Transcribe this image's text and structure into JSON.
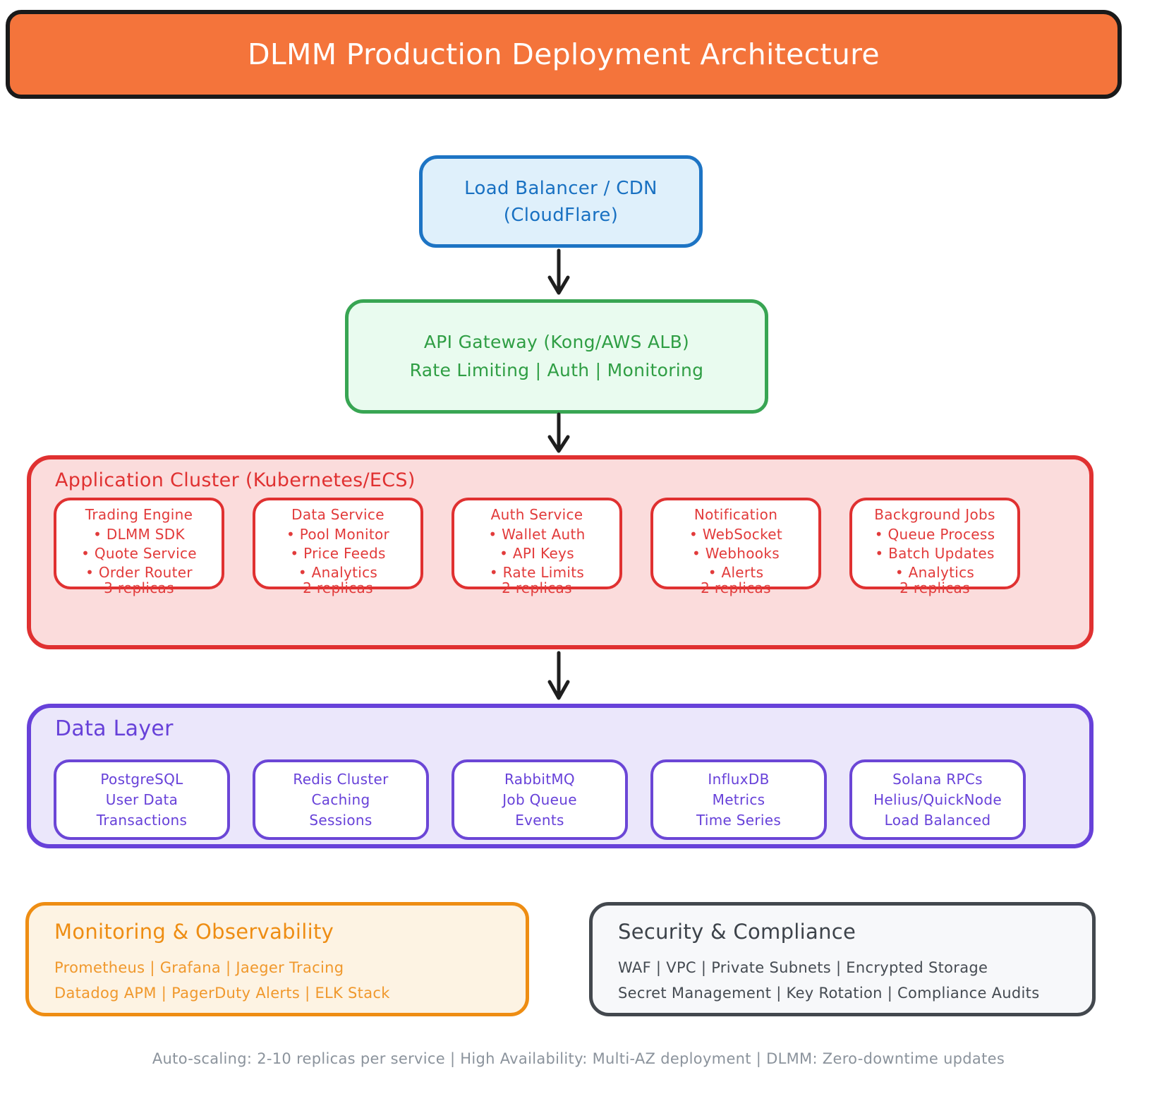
{
  "title_banner": {
    "text": "DLMM Production Deployment Architecture"
  },
  "flow": {
    "load_balancer": {
      "line1": "Load Balancer / CDN",
      "line2": "(CloudFlare)"
    },
    "api_gateway": {
      "line1": "API Gateway (Kong/AWS ALB)",
      "line2": "Rate Limiting | Auth | Monitoring"
    }
  },
  "app_cluster": {
    "title": "Application Cluster (Kubernetes/ECS)",
    "services": [
      {
        "name": "Trading Engine",
        "items": [
          "• DLMM SDK",
          "• Quote Service",
          "• Order Router"
        ],
        "replicas": "3 replicas"
      },
      {
        "name": "Data Service",
        "items": [
          "• Pool Monitor",
          "• Price Feeds",
          "• Analytics"
        ],
        "replicas": "2 replicas"
      },
      {
        "name": "Auth Service",
        "items": [
          "• Wallet Auth",
          "• API Keys",
          "• Rate Limits"
        ],
        "replicas": "2 replicas"
      },
      {
        "name": "Notification",
        "items": [
          "• WebSocket",
          "• Webhooks",
          "• Alerts"
        ],
        "replicas": "2 replicas"
      },
      {
        "name": "Background Jobs",
        "items": [
          "• Queue Process",
          "• Batch Updates",
          "• Analytics"
        ],
        "replicas": "2 replicas"
      }
    ]
  },
  "data_layer": {
    "title": "Data Layer",
    "stores": [
      {
        "line1": "PostgreSQL",
        "line2": "User Data",
        "line3": "Transactions"
      },
      {
        "line1": "Redis Cluster",
        "line2": "Caching",
        "line3": "Sessions"
      },
      {
        "line1": "RabbitMQ",
        "line2": "Job Queue",
        "line3": "Events"
      },
      {
        "line1": "InfluxDB",
        "line2": "Metrics",
        "line3": "Time Series"
      },
      {
        "line1": "Solana RPCs",
        "line2": "Helius/QuickNode",
        "line3": "Load Balanced"
      }
    ]
  },
  "monitoring": {
    "title": "Monitoring & Observability",
    "line1": "Prometheus | Grafana | Jaeger Tracing",
    "line2": "Datadog APM | PagerDuty Alerts | ELK Stack"
  },
  "security": {
    "title": "Security & Compliance",
    "line1": "WAF | VPC | Private Subnets | Encrypted Storage",
    "line2": "Secret Management | Key Rotation | Compliance Audits"
  },
  "footer": {
    "text": "Auto-scaling: 2-10 replicas per service | High Availability: Multi-AZ deployment | DLMM: Zero-downtime updates"
  },
  "colors": {
    "banner_fill": "#f4743b",
    "blue_accent": "#1971c2",
    "blue_fill": "#dff0fb",
    "green_accent": "#2f9e44",
    "green_fill": "#e9fbef",
    "red_accent": "#e03131",
    "red_fill": "#fbdcdc",
    "purple_accent": "#6741d9",
    "purple_fill": "#ebe7fb",
    "orange_accent": "#ee8d13",
    "orange_fill": "#fdf3e3",
    "gray_accent": "#43484e",
    "gray_fill": "#f7f8fa",
    "footer_text": "#8b939c"
  }
}
